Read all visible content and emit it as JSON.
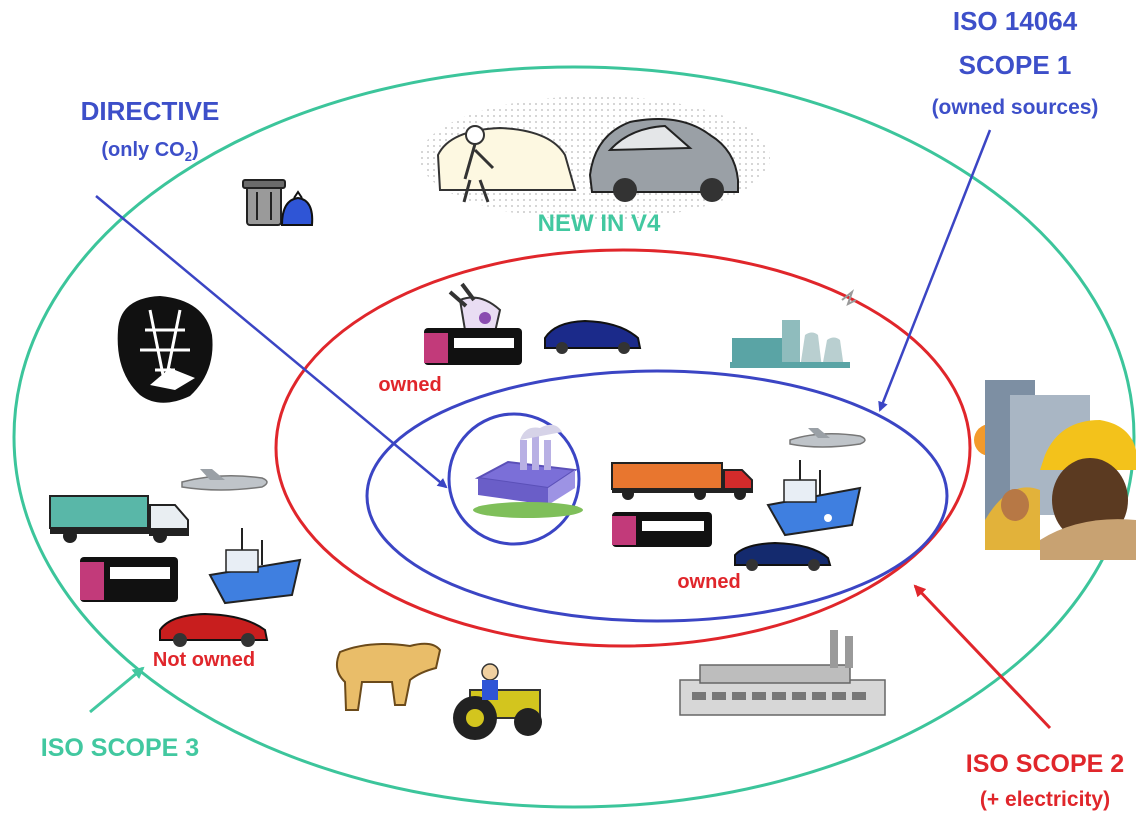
{
  "labels": {
    "directive": "DIRECTIVE",
    "directive_sub_prefix": "(only CO",
    "directive_sub_sub": "2",
    "directive_sub_suffix": ")",
    "iso14064_line1": "ISO 14064",
    "iso14064_line2": "SCOPE 1",
    "iso14064_line3": "(owned sources)",
    "new_in_v4": "NEW IN V4",
    "owned_upper": "owned",
    "owned_lower": "owned",
    "not_owned": "Not owned",
    "iso_scope3": "ISO SCOPE 3",
    "iso_scope2": "ISO SCOPE 2",
    "iso_scope2_sub": "(+ electricity)"
  },
  "colors": {
    "blue": "#3b45c4",
    "red": "#e0262b",
    "teal": "#3cc59b",
    "text_blue": "#3d4fc9",
    "text_red": "#e0262b",
    "text_teal": "#42c8a0"
  },
  "icons": [
    "trash-bin-icon",
    "cars-clipart-icon",
    "power-pylon-icon",
    "electric-plug-icon",
    "train-car-icon",
    "car-icon",
    "power-plant-icon",
    "factory-icon",
    "truck-icon",
    "airplane-icon",
    "ship-icon",
    "cow-icon",
    "tractor-icon",
    "industrial-building-icon",
    "workers-icon"
  ]
}
